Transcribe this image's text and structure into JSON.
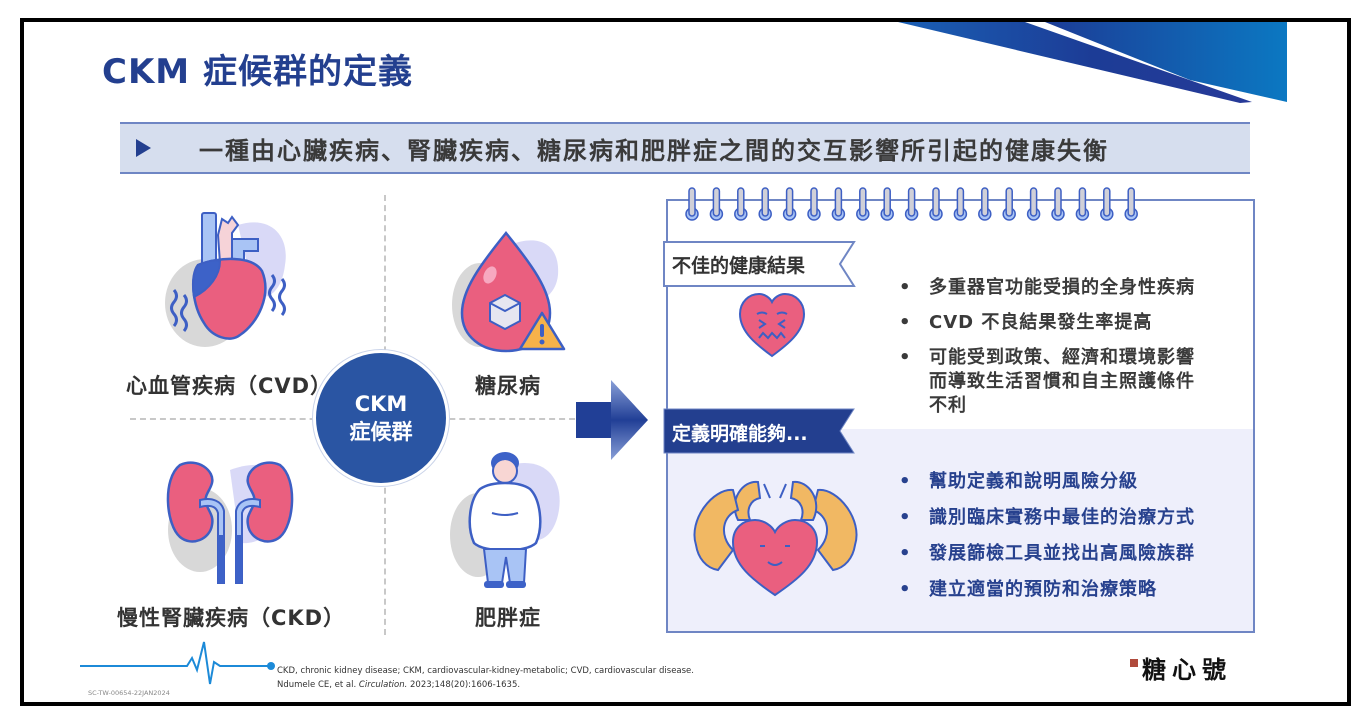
{
  "slide": {
    "title": "CKM 症候群的定義",
    "subtitle": "一種由心臟疾病、腎臟疾病、糖尿病和肥胖症之間的交互影響所引起的健康失衡",
    "subtitle_icon": "triangle-play-icon"
  },
  "quadrants": [
    {
      "label": "心血管疾病（CVD）",
      "icon": "heart-organ-icon"
    },
    {
      "label": "糖尿病",
      "icon": "blood-drop-sugar-warning-icon"
    },
    {
      "label": "慢性腎臟疾病（CKD）",
      "icon": "kidneys-icon"
    },
    {
      "label": "肥胖症",
      "icon": "obese-person-icon"
    }
  ],
  "center": {
    "line1": "CKM",
    "line2": "症候群"
  },
  "notebook": {
    "ring_count": 19,
    "outcomes": {
      "tag": "不佳的健康結果",
      "icon": "distressed-heart-icon",
      "bullets": [
        "多重器官功能受損的全身性疾病",
        "CVD 不良結果發生率提高",
        "可能受到政策、經濟和環境影響而導致生活習慣和自主照護條件不利"
      ]
    },
    "benefits": {
      "tag": "定義明確能夠...",
      "icon": "strong-heart-icon",
      "bullets": [
        "幫助定義和說明風險分級",
        "識別臨床實務中最佳的治療方式",
        "發展篩檢工具並找出高風險族群",
        "建立適當的預防和治療策略"
      ]
    }
  },
  "footer": {
    "abbreviations": "CKD, chronic kidney disease; CKM, cardiovascular-kidney-metabolic; CVD, cardiovascular disease.",
    "citation_authors": "Ndumele CE, et al. ",
    "citation_journal": "Circulation.",
    "citation_details": " 2023;148(20):1606-1635.",
    "doc_code": "SC-TW-00654-22JAN2024",
    "logo_text": "糖心號"
  },
  "colors": {
    "primary": "#233f8f",
    "circle": "#2a55a3",
    "heart": "#ea5f7f",
    "outline": "#3d5fc4",
    "light_blue": "#a9c4f5",
    "lavender": "#d9d9f7",
    "warning": "#f6b24a",
    "muscle": "#f1b863"
  }
}
